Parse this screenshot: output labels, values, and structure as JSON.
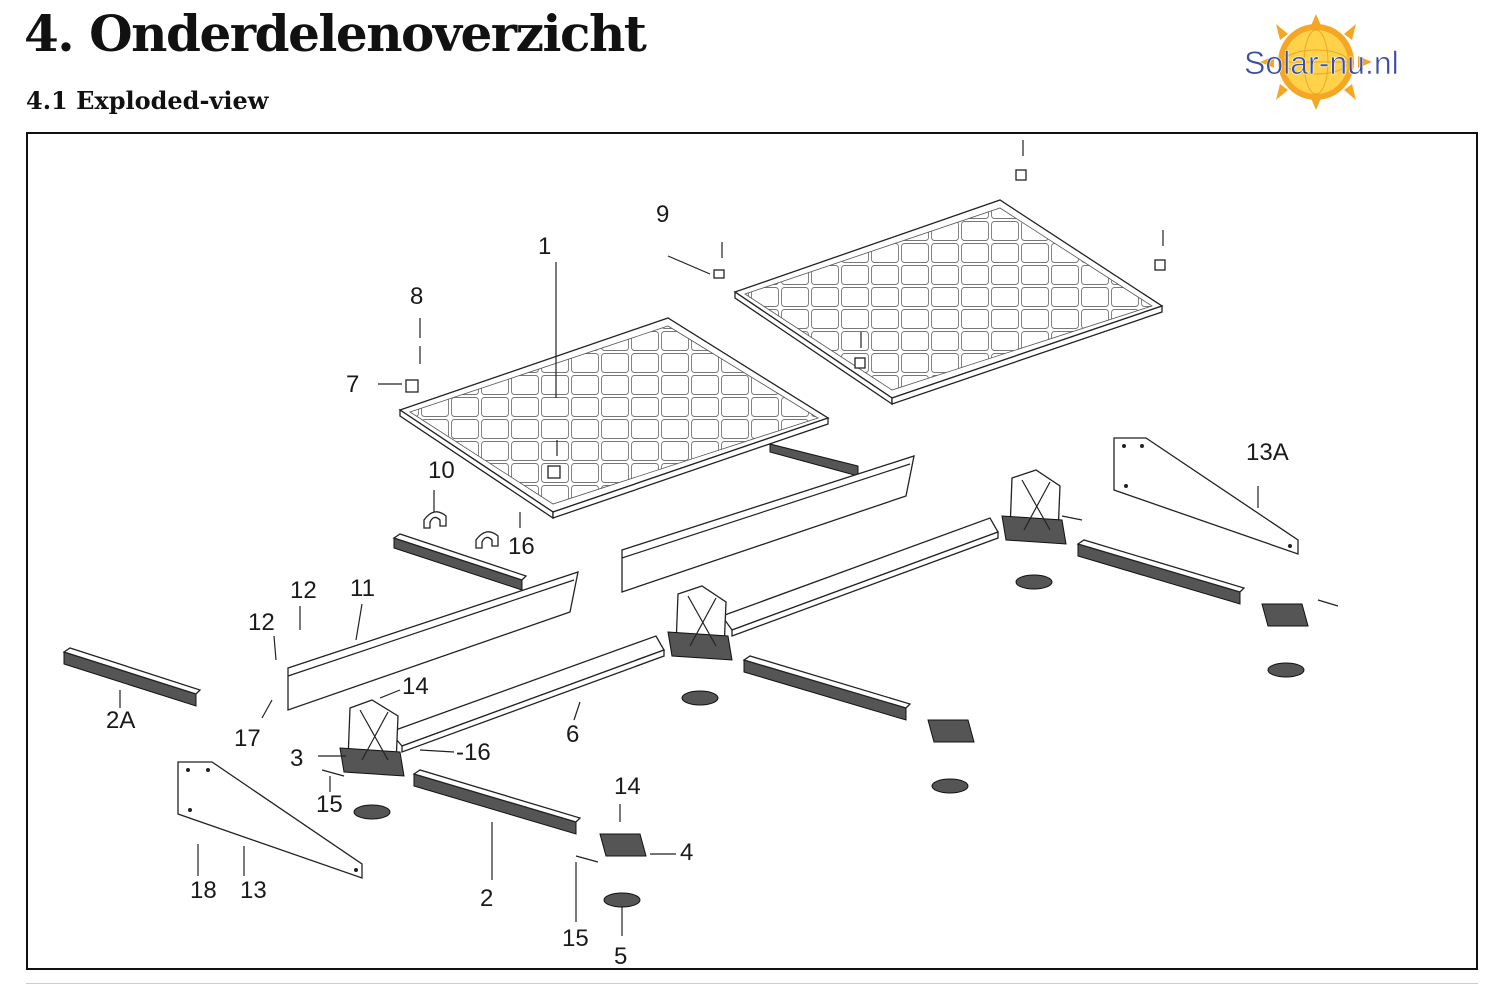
{
  "header": {
    "title": "4. Onderdelenoverzicht",
    "subtitle": "4.1 Exploded-view"
  },
  "logo": {
    "text": "Solar-nu.nl",
    "colors": {
      "sun": "#f5a623",
      "sun_core": "#ffd24a",
      "text": "#3a4fa0"
    }
  },
  "diagram": {
    "labels": {
      "l1": "1",
      "l2": "2",
      "l2a": "2A",
      "l3": "3",
      "l4": "4",
      "l5": "5",
      "l6": "6",
      "l7": "7",
      "l8": "8",
      "l9": "9",
      "l10": "10",
      "l11": "11",
      "l12a": "12",
      "l12b": "12",
      "l13": "13",
      "l13a": "13A",
      "l14a": "14",
      "l14b": "14",
      "l15a": "15",
      "l15b": "15",
      "l16a": "16",
      "l16b": "-16",
      "l17": "17",
      "l18": "18"
    }
  }
}
